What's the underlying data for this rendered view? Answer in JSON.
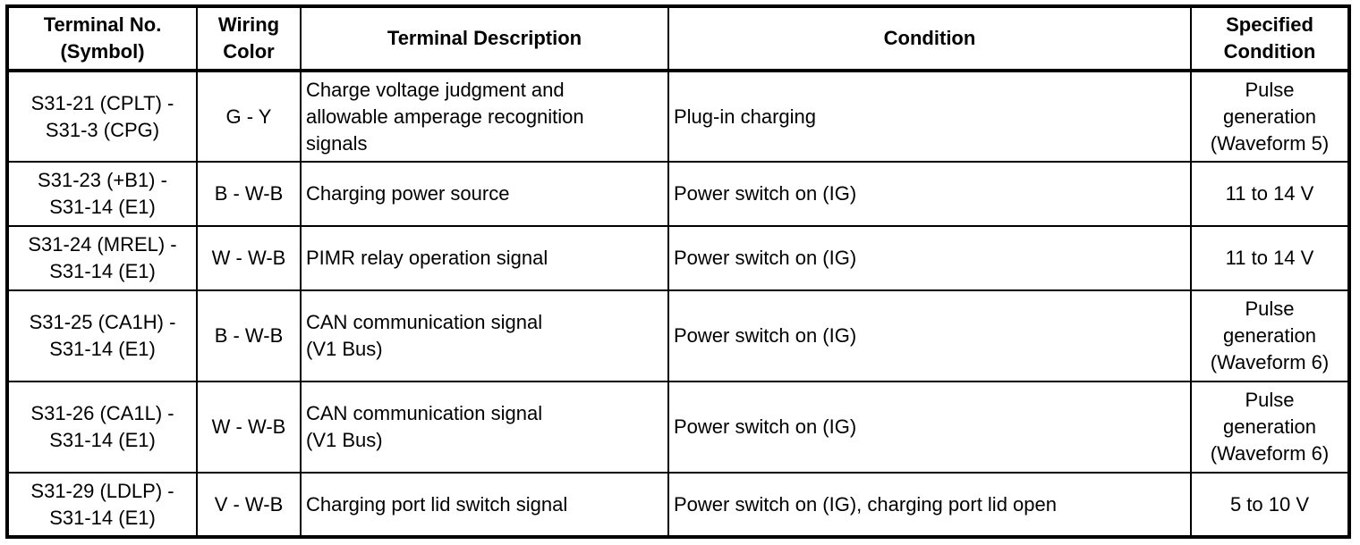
{
  "headers": {
    "terminal": [
      "Terminal No.",
      "(Symbol)"
    ],
    "wiring": [
      "Wiring",
      "Color"
    ],
    "description": "Terminal Description",
    "condition": "Condition",
    "specified": [
      "Specified",
      "Condition"
    ]
  },
  "rows": [
    {
      "terminal": [
        "S31-21 (CPLT) -",
        "S31-3 (CPG)"
      ],
      "wiring": "G - Y",
      "description": [
        "Charge voltage judgment and",
        "allowable amperage recognition",
        "signals"
      ],
      "condition": "Plug-in charging",
      "specified": [
        "Pulse",
        "generation",
        "(Waveform 5)"
      ]
    },
    {
      "terminal": [
        "S31-23 (+B1) -",
        "S31-14 (E1)"
      ],
      "wiring": "B - W-B",
      "description": [
        "Charging power source"
      ],
      "condition": "Power switch on (IG)",
      "specified": [
        "11 to 14 V"
      ]
    },
    {
      "terminal": [
        "S31-24 (MREL) -",
        "S31-14 (E1)"
      ],
      "wiring": "W - W-B",
      "description": [
        "PIMR relay operation signal"
      ],
      "condition": "Power switch on (IG)",
      "specified": [
        "11 to 14 V"
      ]
    },
    {
      "terminal": [
        "S31-25 (CA1H) -",
        "S31-14 (E1)"
      ],
      "wiring": "B - W-B",
      "description": [
        "CAN communication signal",
        "(V1 Bus)"
      ],
      "condition": "Power switch on (IG)",
      "specified": [
        "Pulse",
        "generation",
        "(Waveform 6)"
      ]
    },
    {
      "terminal": [
        "S31-26 (CA1L) -",
        "S31-14 (E1)"
      ],
      "wiring": "W - W-B",
      "description": [
        "CAN communication signal",
        "(V1 Bus)"
      ],
      "condition": "Power switch on (IG)",
      "specified": [
        "Pulse",
        "generation",
        "(Waveform 6)"
      ]
    },
    {
      "terminal": [
        "S31-29 (LDLP) -",
        "S31-14 (E1)"
      ],
      "wiring": "V - W-B",
      "description": [
        "Charging port lid switch signal"
      ],
      "condition": "Power switch on (IG), charging port lid open",
      "specified": [
        "5 to 10 V"
      ]
    }
  ]
}
